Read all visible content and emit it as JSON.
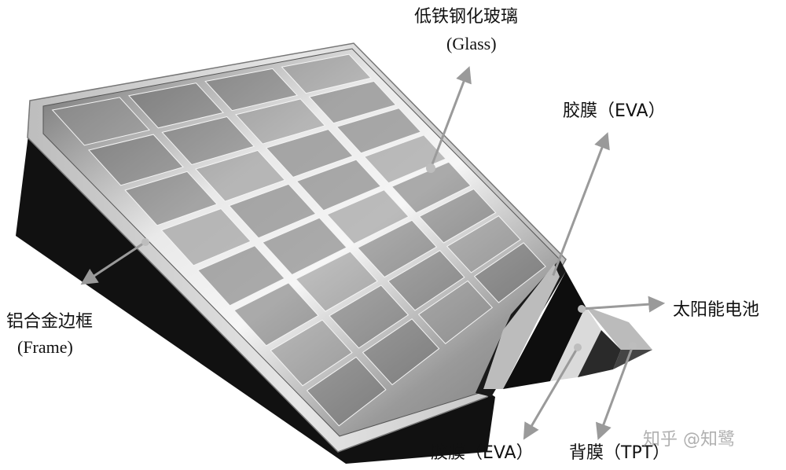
{
  "labels": {
    "glass_cn": "低铁钢化玻璃",
    "glass_en": "(Glass)",
    "eva_top": "胶膜（EVA）",
    "solar_cell": "太阳能电池",
    "frame_cn": "铝合金边框",
    "frame_en": "(Frame)",
    "eva_bottom": "胶膜（EVA）",
    "backsheet": "背膜（TPT）"
  },
  "watermark": "知乎 @知鹭",
  "colors": {
    "glass_light": "#f2f2f2",
    "cell_dark": "#5a5a5a",
    "frame_edge": "#c9c9c9",
    "black_layer": "#111111",
    "arrow": "#9a9a9a"
  }
}
